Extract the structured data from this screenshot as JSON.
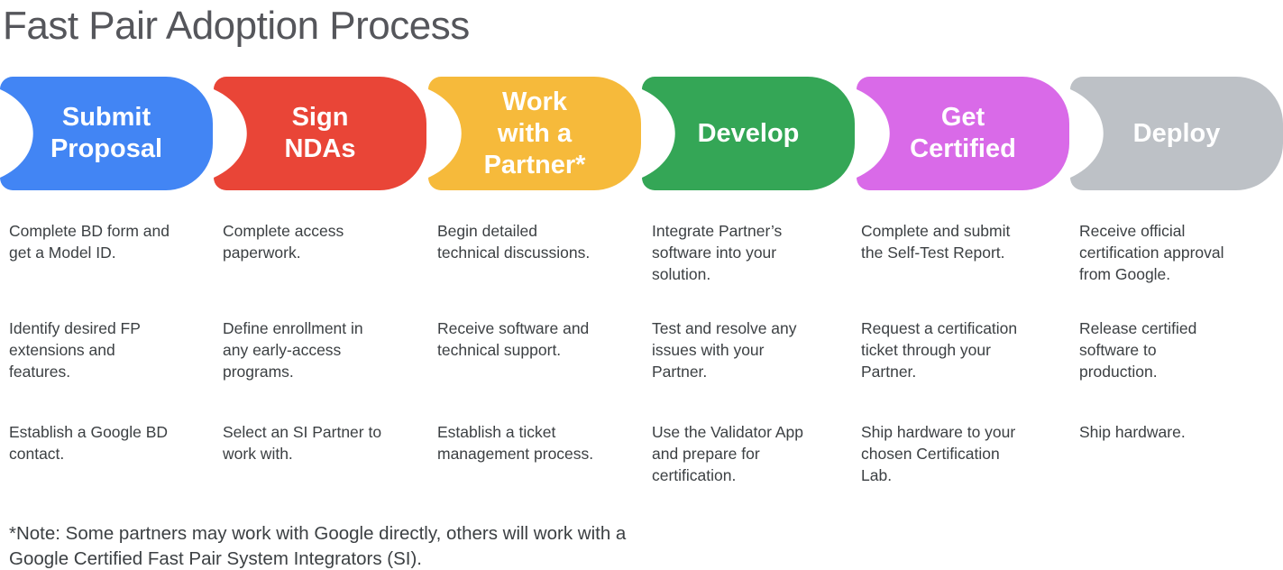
{
  "title": "Fast Pair Adoption Process",
  "steps": [
    {
      "label": "Submit\nProposal",
      "color": "#4285F4",
      "tasks": [
        "Complete BD form and\nget a Model ID.",
        "Identify desired FP\nextensions and\nfeatures.",
        "Establish a Google BD\ncontact."
      ]
    },
    {
      "label": "Sign\nNDAs",
      "color": "#E94537",
      "tasks": [
        "Complete access\npaperwork.",
        "Define enrollment in\nany early-access\nprograms.",
        "Select an SI Partner to\nwork with."
      ]
    },
    {
      "label": "Work\nwith a\nPartner*",
      "color": "#F6BA3B",
      "tasks": [
        "Begin detailed\ntechnical discussions.",
        "Receive software and\ntechnical support.",
        "Establish a ticket\nmanagement process."
      ]
    },
    {
      "label": "Develop",
      "color": "#34A656",
      "tasks": [
        "Integrate Partner’s\nsoftware into your\nsolution.",
        "Test and resolve any\nissues with your\nPartner.",
        "Use the Validator App\nand prepare for\ncertification."
      ]
    },
    {
      "label": "Get\nCertified",
      "color": "#D96AE8",
      "tasks": [
        "Complete and submit\nthe Self-Test Report.",
        "Request a certification\nticket through your\nPartner.",
        "Ship hardware to your\nchosen Certification\nLab."
      ]
    },
    {
      "label": "Deploy",
      "color": "#BDC1C6",
      "tasks": [
        "Receive official\ncertification approval\nfrom Google.",
        "Release certified\nsoftware to\nproduction.",
        "Ship hardware."
      ]
    }
  ],
  "note": "*Note: Some partners may work with Google directly, others will work with a\nGoogle Certified Fast Pair System Integrators (SI)."
}
